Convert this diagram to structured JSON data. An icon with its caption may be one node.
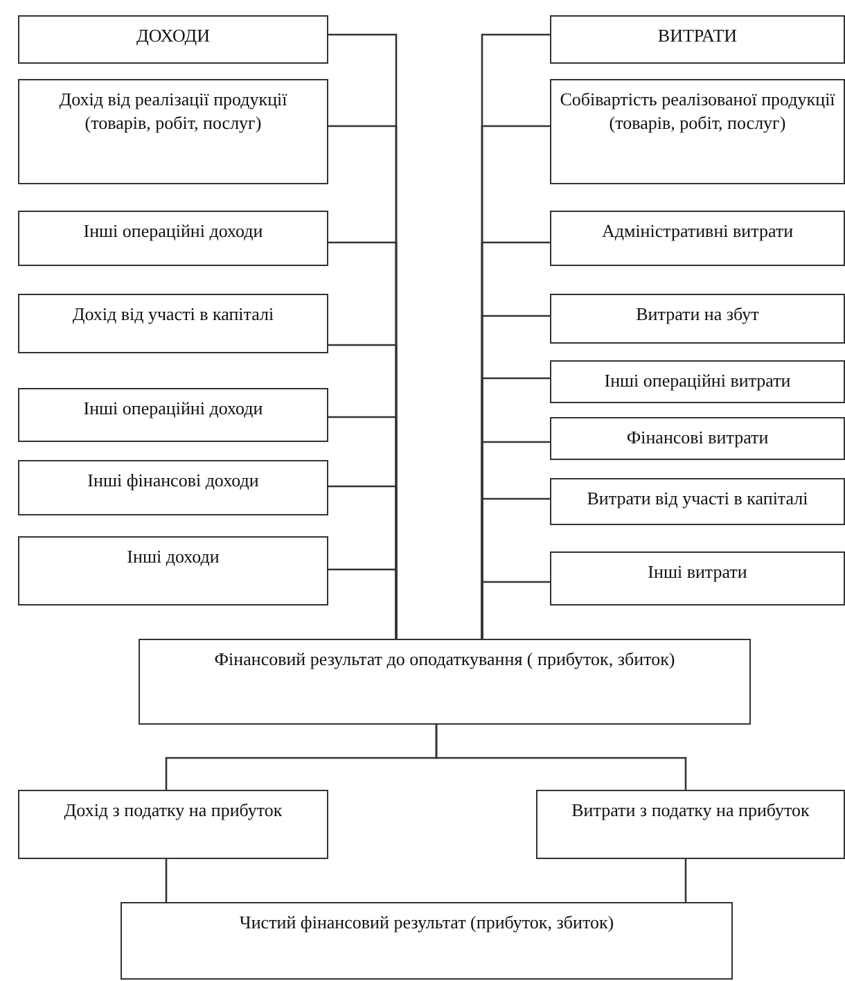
{
  "diagram": {
    "nodes": [
      {
        "text": [
          "ДОХОДИ"
        ]
      },
      {
        "text": [
          "Дохід від реалізації продукції (товарів, робіт, послуг)"
        ]
      },
      {
        "text": [
          "Інші операційні доходи"
        ]
      },
      {
        "text": [
          "Дохід від участі в капіталі"
        ]
      },
      {
        "text": [
          "Інші операційні доходи"
        ]
      },
      {
        "text": [
          "Інші фінансові доходи"
        ]
      },
      {
        "text": [
          "Інші доходи"
        ]
      },
      {
        "text": [
          "ВИТРАТИ"
        ]
      },
      {
        "text": [
          "Собівартість реалізованої продукції (товарів, робіт, послуг)"
        ]
      },
      {
        "text": [
          "Адміністративні витрати"
        ]
      },
      {
        "text": [
          "Витрати на збут"
        ]
      },
      {
        "text": [
          "Інші операційні витрати"
        ]
      },
      {
        "text": [
          "Фінансові витрати"
        ]
      },
      {
        "text": [
          "Витрати від участі в капіталі"
        ]
      },
      {
        "text": [
          "Інші витрати"
        ]
      },
      {
        "text": [
          "Фінансовий результат до оподаткування ( прибуток, збиток)"
        ]
      },
      {
        "text": [
          "Дохід з податку на прибуток"
        ]
      },
      {
        "text": [
          "Витрати з податку на прибуток"
        ]
      },
      {
        "text": [
          "Чистий фінансовий результат (прибуток, збиток)"
        ]
      }
    ],
    "edges": [
      {
        "from": 0,
        "to": 15,
        "arrow": "none"
      },
      {
        "from": 1,
        "to": 15,
        "arrow": "none"
      },
      {
        "from": 2,
        "to": 15,
        "arrow": "none"
      },
      {
        "from": 3,
        "to": 15,
        "arrow": "none"
      },
      {
        "from": 4,
        "to": 15,
        "arrow": "none"
      },
      {
        "from": 5,
        "to": 15,
        "arrow": "none"
      },
      {
        "from": 6,
        "to": 15,
        "arrow": "none"
      },
      {
        "from": 7,
        "to": 15,
        "arrow": "none"
      },
      {
        "from": 8,
        "to": 15,
        "arrow": "none"
      },
      {
        "from": 9,
        "to": 15,
        "arrow": "none"
      },
      {
        "from": 10,
        "to": 15,
        "arrow": "none"
      },
      {
        "from": 11,
        "to": 15,
        "arrow": "none"
      },
      {
        "from": 12,
        "to": 15,
        "arrow": "none"
      },
      {
        "from": 13,
        "to": 15,
        "arrow": "none"
      },
      {
        "from": 14,
        "to": 15,
        "arrow": "none"
      },
      {
        "from": 15,
        "to": 16,
        "arrow": "none"
      },
      {
        "from": 15,
        "to": 17,
        "arrow": "none"
      },
      {
        "from": 16,
        "to": 18,
        "arrow": "none"
      },
      {
        "from": 17,
        "to": 18,
        "arrow": "none"
      }
    ]
  }
}
